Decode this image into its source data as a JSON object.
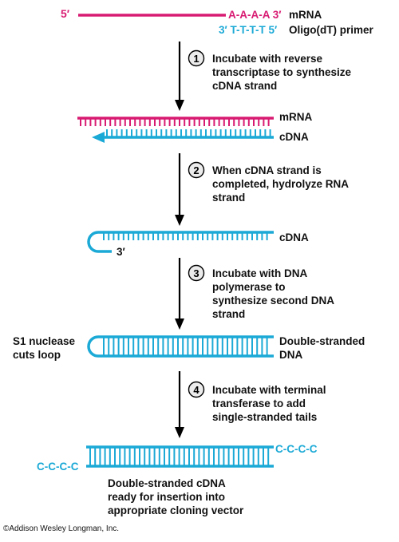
{
  "colors": {
    "mrna": "#d81b72",
    "dna": "#1ba9d6",
    "text": "#111111"
  },
  "top": {
    "mrna_five_prime": "5′",
    "poly_a": "A-A-A-A 3′",
    "mrna_label": "mRNA",
    "primer_seq": "3′ T-T-T-T 5′",
    "primer_label": "Oligo(dT) primer"
  },
  "steps": [
    {
      "number": "1",
      "text": "Incubate with reverse\ntranscriptase to synthesize\ncDNA strand"
    },
    {
      "number": "2",
      "text": "When cDNA strand is\ncompleted, hydrolyze RNA\nstrand"
    },
    {
      "number": "3",
      "text": "Incubate with DNA\npolymerase to\nsynthesize second DNA\nstrand"
    },
    {
      "number": "4",
      "text": "Incubate with terminal\ntransferase to add\nsingle-stranded tails"
    }
  ],
  "stage1": {
    "mrna_label": "mRNA",
    "cdna_label": "cDNA"
  },
  "stage2": {
    "cdna_label": "cDNA",
    "three_prime": "3′"
  },
  "stage3": {
    "left_label": "S1 nuclease\ncuts loop",
    "right_label": "Double-stranded\nDNA"
  },
  "stage4": {
    "tail_right": "C-C-C-C",
    "tail_left": "C-C-C-C",
    "caption": "Double-stranded cDNA\nready for insertion into\nappropriate cloning vector"
  },
  "copyright": "©Addison Wesley Longman, Inc."
}
